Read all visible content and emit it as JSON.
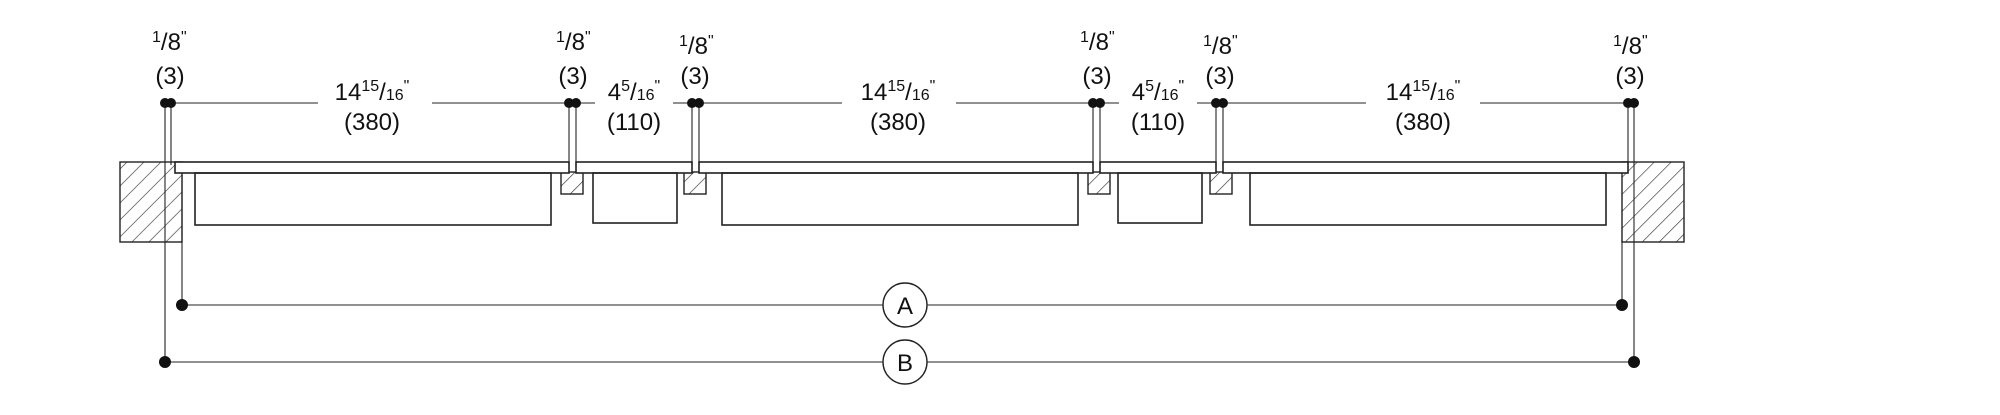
{
  "gaps": [
    {
      "frac": "1/8\"",
      "num": "1",
      "den": "8",
      "unit": "\"",
      "mm": "(3)"
    },
    {
      "frac": "1/8\"",
      "num": "1",
      "den": "8",
      "unit": "\"",
      "mm": "(3)"
    },
    {
      "frac": "1/8\"",
      "num": "1",
      "den": "8",
      "unit": "\"",
      "mm": "(3)"
    },
    {
      "frac": "1/8\"",
      "num": "1",
      "den": "8",
      "unit": "\"",
      "mm": "(3)"
    },
    {
      "frac": "1/8\"",
      "num": "1",
      "den": "8",
      "unit": "\"",
      "mm": "(3)"
    },
    {
      "frac": "1/8\"",
      "num": "1",
      "den": "8",
      "unit": "\"",
      "mm": "(3)"
    }
  ],
  "spans": [
    {
      "whole": "14",
      "num": "15",
      "den": "16",
      "unit": "\"",
      "mm": "(380)"
    },
    {
      "whole": "4",
      "num": "5",
      "den": "16",
      "unit": "\"",
      "mm": "(110)"
    },
    {
      "whole": "14",
      "num": "15",
      "den": "16",
      "unit": "\"",
      "mm": "(380)"
    },
    {
      "whole": "4",
      "num": "5",
      "den": "16",
      "unit": "\"",
      "mm": "(110)"
    },
    {
      "whole": "14",
      "num": "15",
      "den": "16",
      "unit": "\"",
      "mm": "(380)"
    }
  ],
  "overall": {
    "a_label": "A",
    "b_label": "B"
  },
  "colors": {
    "line": "#222222",
    "background": "#ffffff"
  }
}
